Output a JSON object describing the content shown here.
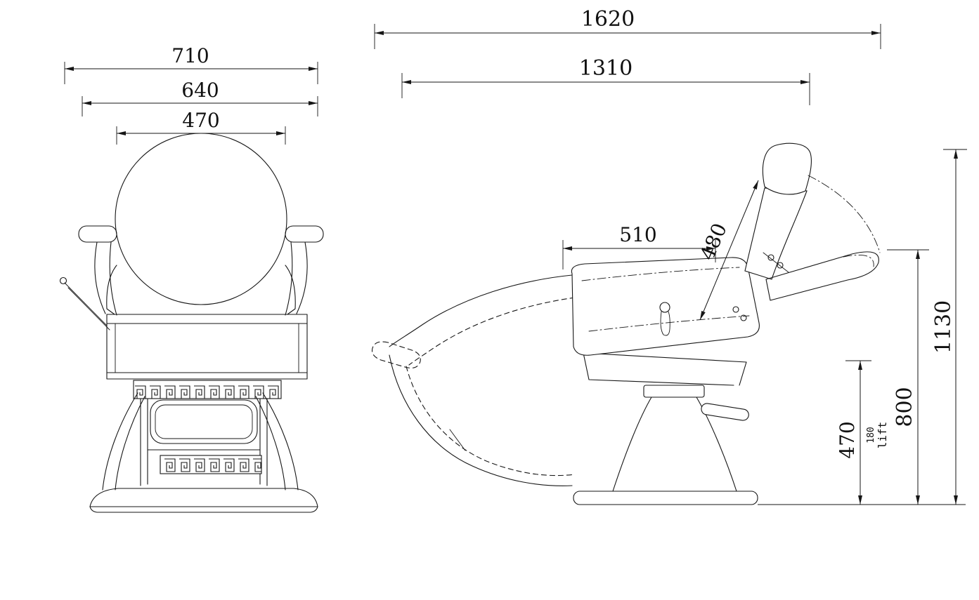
{
  "front_view": {
    "overall_width": "710",
    "mid_width": "640",
    "seat_width": "470"
  },
  "side_view": {
    "overall_length": "1620",
    "inner_length": "1310",
    "seat_depth": "510",
    "backrest_length": "480",
    "overall_height": "1130",
    "backrest_height": "800",
    "seat_height": "470",
    "lift_value": "180",
    "lift_label": "lift"
  }
}
